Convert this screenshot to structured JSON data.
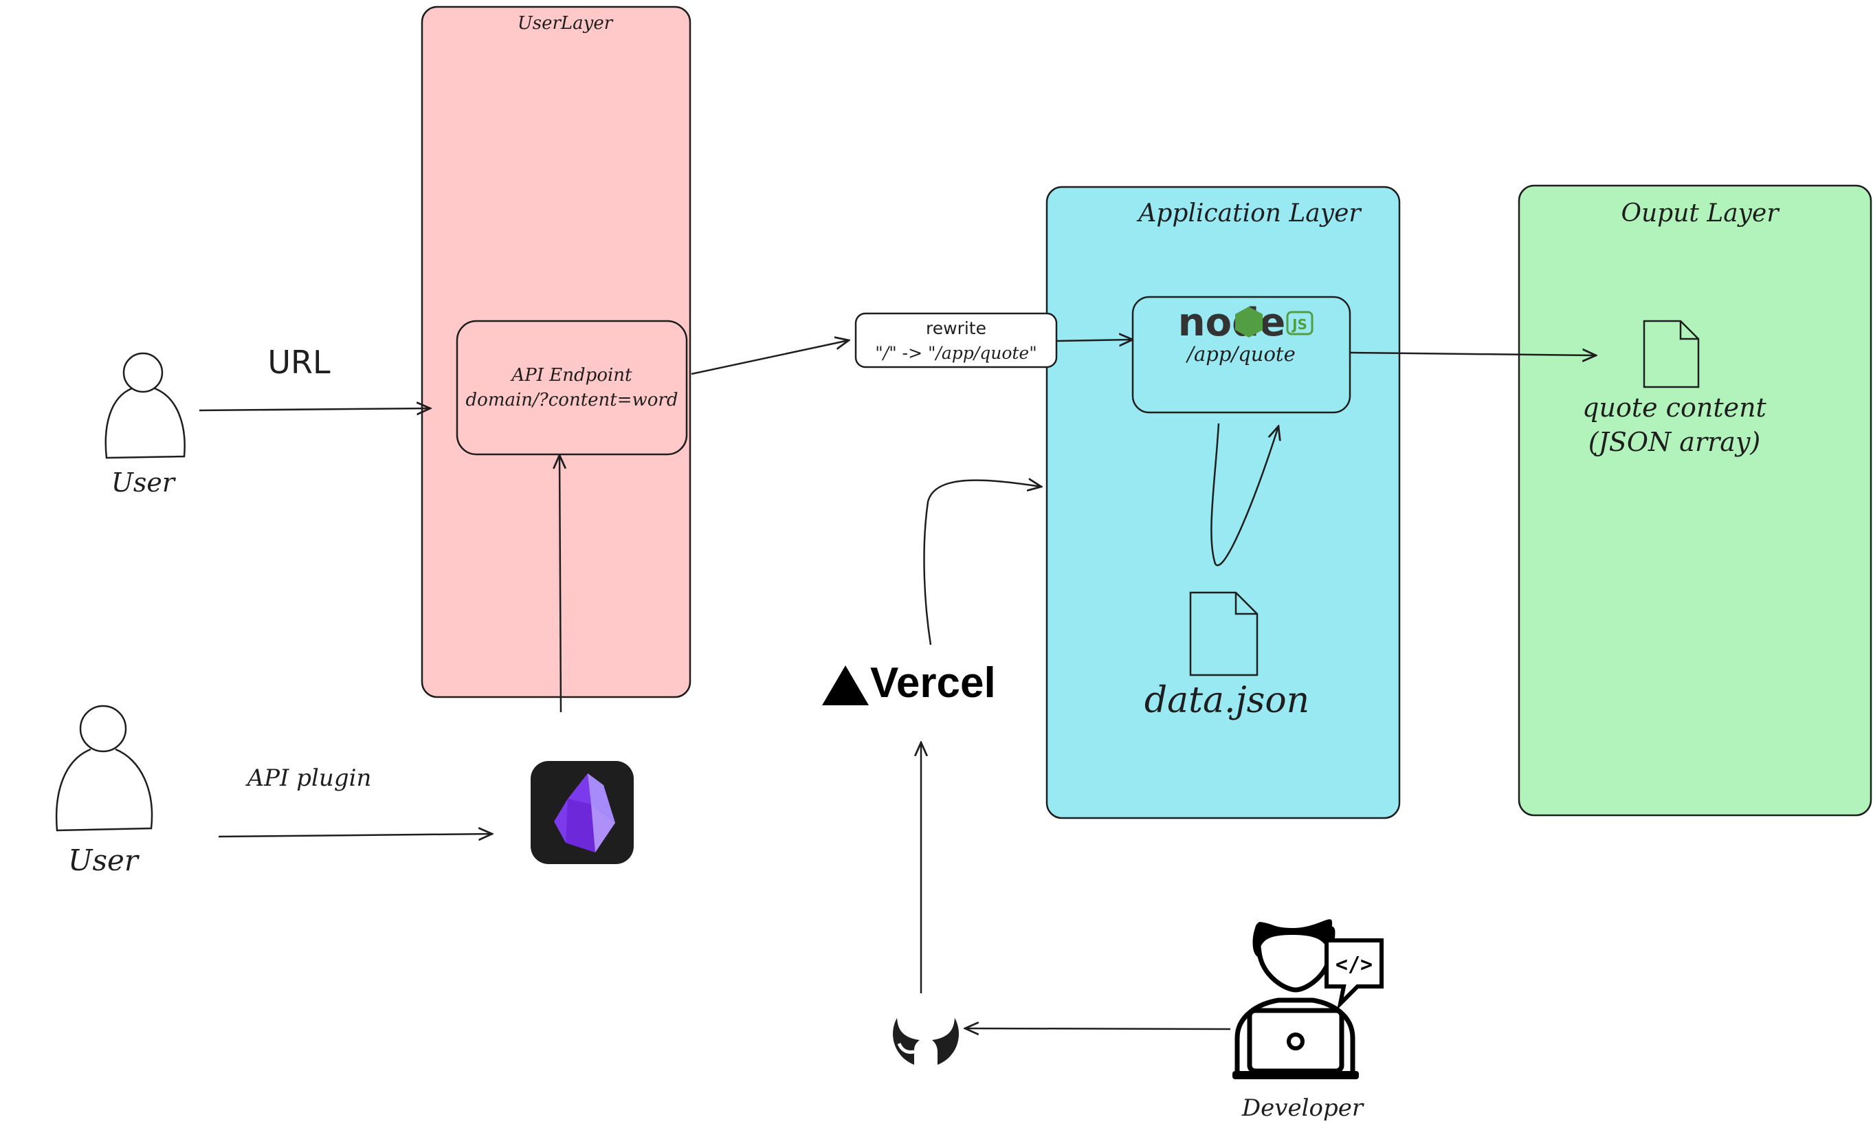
{
  "colors": {
    "user_layer": "#ffc9c9",
    "application_layer": "#99e9f2",
    "output_layer": "#b2f2bb",
    "stroke": "#1e1e1e",
    "node_green": "#539e43",
    "obsidian_bg": "#1e1e1e",
    "obsidian_gem": "#7c3aed"
  },
  "layers": {
    "user": "UserLayer",
    "application": "Application Layer",
    "output": "Ouput Layer"
  },
  "actors": {
    "user_top": "User",
    "user_bottom": "User",
    "developer": "Developer"
  },
  "edges": {
    "url": "URL",
    "api_plugin": "API plugin"
  },
  "nodes": {
    "api_endpoint": {
      "line1": "API Endpoint",
      "line2": "domain/?content=word"
    },
    "rewrite": {
      "line1": "rewrite",
      "line2": "\"/\" -> \"/app/quote\""
    },
    "app_quote": {
      "logo_text": "node",
      "logo_badge": "JS",
      "route": "/app/quote"
    },
    "data_file": "data.json",
    "output": {
      "line1": "quote content",
      "line2": "(JSON array)"
    },
    "vercel": "Vercel",
    "developer_code": "</>"
  },
  "icons": [
    "user-icon",
    "obsidian-icon",
    "vercel-icon",
    "github-icon",
    "developer-icon",
    "file-icon",
    "nodejs-icon"
  ]
}
